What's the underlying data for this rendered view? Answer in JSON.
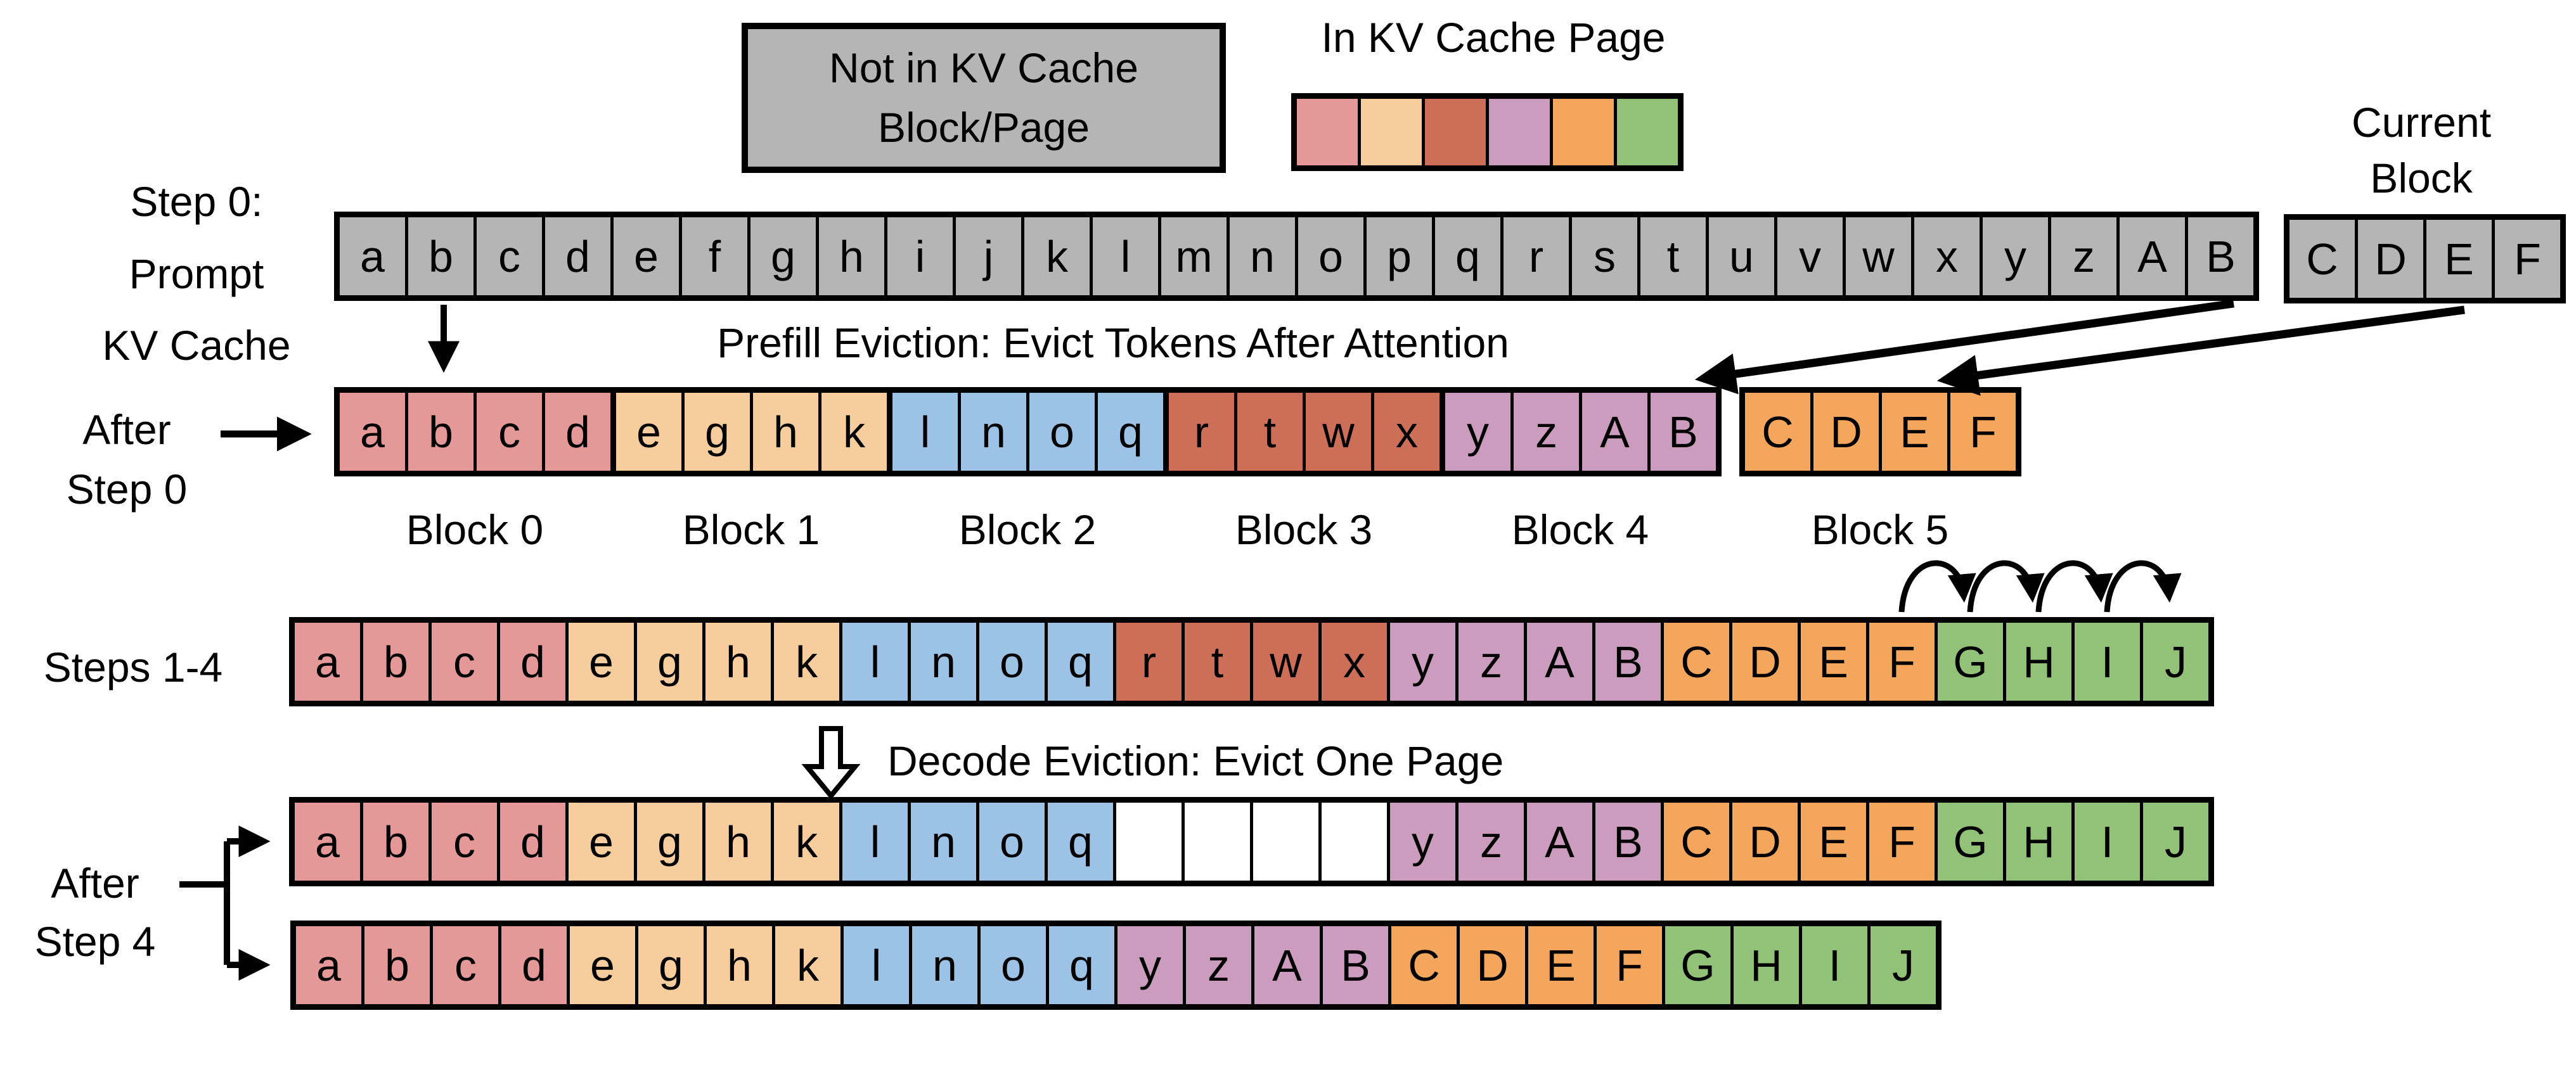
{
  "legend": {
    "not_in_cache_label": "Not in KV Cache\nBlock/Page",
    "in_cache_label": "In KV Cache Page",
    "swatch_colors": [
      "salmon",
      "light_orange",
      "dark_red",
      "mauve",
      "orange",
      "green"
    ]
  },
  "labels": {
    "step0": "Step 0:\nPrompt\nKV Cache",
    "current_block": "Current\nBlock",
    "after_step0": "After\nStep 0",
    "prefill_eviction": "Prefill Eviction: Evict Tokens After Attention",
    "steps_1_4": "Steps 1-4",
    "decode_eviction": "Decode Eviction: Evict One Page",
    "after_step4": "After\nStep 4",
    "block_labels": [
      "Block 0",
      "Block 1",
      "Block 2",
      "Block 3",
      "Block 4",
      "Block 5"
    ]
  },
  "colors": {
    "gray": "#b5b5b5",
    "salmon": "#e49898",
    "light_orange": "#f8cd9d",
    "blue": "#9cc2e5",
    "dark_red": "#cd6f58",
    "mauve": "#cc9cbe",
    "orange": "#f4a75c",
    "green": "#92c178",
    "white": "#ffffff"
  },
  "rows": {
    "prompt": {
      "segments": [
        {
          "color": "gray",
          "letters": [
            "a",
            "b",
            "c",
            "d",
            "e",
            "f",
            "g",
            "h",
            "i",
            "j",
            "k",
            "l",
            "m",
            "n",
            "o",
            "p",
            "q",
            "r",
            "s",
            "t",
            "u",
            "v",
            "w",
            "x",
            "y",
            "z",
            "A",
            "B"
          ]
        }
      ]
    },
    "current_block": {
      "segments": [
        {
          "color": "gray",
          "letters": [
            "C",
            "D",
            "E",
            "F"
          ]
        }
      ]
    },
    "after_step0": {
      "segments": [
        {
          "color": "salmon",
          "letters": [
            "a",
            "b",
            "c",
            "d"
          ]
        },
        {
          "color": "light_orange",
          "letters": [
            "e",
            "g",
            "h",
            "k"
          ]
        },
        {
          "color": "blue",
          "letters": [
            "l",
            "n",
            "o",
            "q"
          ]
        },
        {
          "color": "dark_red",
          "letters": [
            "r",
            "t",
            "w",
            "x"
          ]
        },
        {
          "color": "mauve",
          "letters": [
            "y",
            "z",
            "A",
            "B"
          ]
        },
        {
          "color": "orange",
          "letters": [
            "C",
            "D",
            "E",
            "F"
          ],
          "gap": true
        }
      ]
    },
    "steps_1_4": {
      "segments": [
        {
          "color": "salmon",
          "letters": [
            "a",
            "b",
            "c",
            "d"
          ]
        },
        {
          "color": "light_orange",
          "letters": [
            "e",
            "g",
            "h",
            "k"
          ]
        },
        {
          "color": "blue",
          "letters": [
            "l",
            "n",
            "o",
            "q"
          ]
        },
        {
          "color": "dark_red",
          "letters": [
            "r",
            "t",
            "w",
            "x"
          ]
        },
        {
          "color": "mauve",
          "letters": [
            "y",
            "z",
            "A",
            "B"
          ]
        },
        {
          "color": "orange",
          "letters": [
            "C",
            "D",
            "E",
            "F"
          ]
        },
        {
          "color": "green",
          "letters": [
            "G",
            "H",
            "I",
            "J"
          ]
        }
      ]
    },
    "after_step4_evicted": {
      "segments": [
        {
          "color": "salmon",
          "letters": [
            "a",
            "b",
            "c",
            "d"
          ]
        },
        {
          "color": "light_orange",
          "letters": [
            "e",
            "g",
            "h",
            "k"
          ]
        },
        {
          "color": "blue",
          "letters": [
            "l",
            "n",
            "o",
            "q"
          ]
        },
        {
          "color": "white",
          "letters": [
            "",
            "",
            "",
            ""
          ]
        },
        {
          "color": "mauve",
          "letters": [
            "y",
            "z",
            "A",
            "B"
          ]
        },
        {
          "color": "orange",
          "letters": [
            "C",
            "D",
            "E",
            "F"
          ]
        },
        {
          "color": "green",
          "letters": [
            "G",
            "H",
            "I",
            "J"
          ]
        }
      ]
    },
    "after_step4_compacted": {
      "segments": [
        {
          "color": "salmon",
          "letters": [
            "a",
            "b",
            "c",
            "d"
          ]
        },
        {
          "color": "light_orange",
          "letters": [
            "e",
            "g",
            "h",
            "k"
          ]
        },
        {
          "color": "blue",
          "letters": [
            "l",
            "n",
            "o",
            "q"
          ]
        },
        {
          "color": "mauve",
          "letters": [
            "y",
            "z",
            "A",
            "B"
          ]
        },
        {
          "color": "orange",
          "letters": [
            "C",
            "D",
            "E",
            "F"
          ]
        },
        {
          "color": "green",
          "letters": [
            "G",
            "H",
            "I",
            "J"
          ]
        }
      ]
    },
    "legend_swatches": {
      "segments": [
        {
          "color": "salmon",
          "letters": [
            ""
          ]
        },
        {
          "color": "light_orange",
          "letters": [
            ""
          ]
        },
        {
          "color": "dark_red",
          "letters": [
            ""
          ]
        },
        {
          "color": "mauve",
          "letters": [
            ""
          ]
        },
        {
          "color": "orange",
          "letters": [
            ""
          ]
        },
        {
          "color": "green",
          "letters": [
            ""
          ]
        }
      ]
    }
  }
}
